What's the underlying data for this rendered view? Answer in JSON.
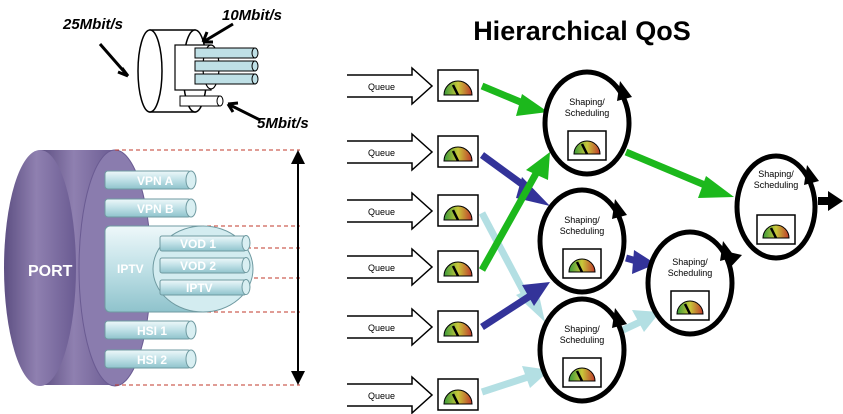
{
  "title": "Hierarchical QoS",
  "bandwidth_labels": {
    "big": "25Mbit/s",
    "mid": "10Mbit/s",
    "small": "5Mbit/s"
  },
  "port": {
    "label": "PORT",
    "tubes": [
      "VPN A",
      "VPN B",
      "IPTV",
      "HSI 1",
      "HSI 2"
    ],
    "iptv_subtubes": [
      "VOD 1",
      "VOD 2",
      "IPTV"
    ]
  },
  "queue_label": "Queue",
  "scheduler_label_line1": "Shaping/",
  "scheduler_label_line2": "Scheduling",
  "colors": {
    "green_arrow": "#1cb81c",
    "blue_arrow": "#333399",
    "light_arrow": "#b3dfe3",
    "port_purple": "#7f6f9f",
    "tube_fill": "#bfe0e6"
  }
}
